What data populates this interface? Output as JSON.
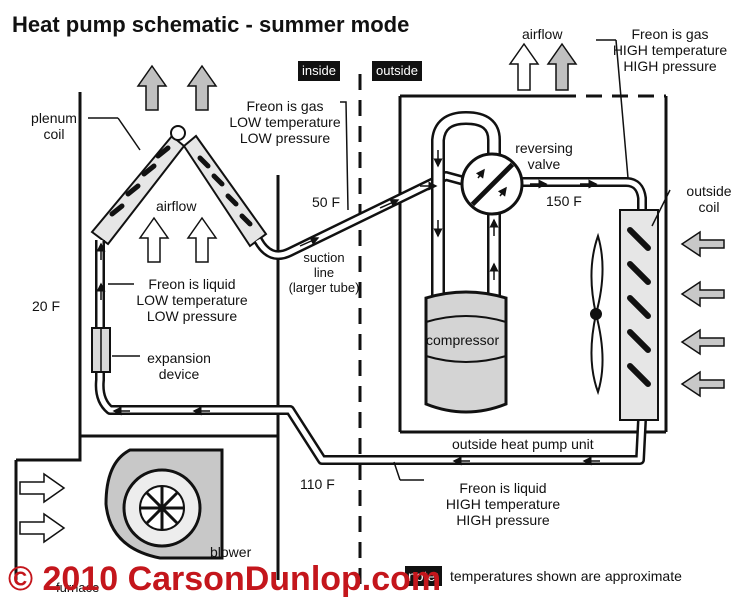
{
  "title": "Heat pump schematic - summer mode",
  "labels": {
    "inside": "inside",
    "outside": "outside",
    "airflow_top_right": "airflow",
    "freon_gas_high": [
      "Freon is gas",
      "HIGH temperature",
      "HIGH pressure"
    ],
    "plenum_coil": [
      "plenum",
      "coil"
    ],
    "freon_gas_low": [
      "Freon is gas",
      "LOW temperature",
      "LOW pressure"
    ],
    "airflow_indoor": "airflow",
    "reversing_valve": [
      "reversing",
      "valve"
    ],
    "outside_coil": [
      "outside",
      "coil"
    ],
    "temp_50": "50 F",
    "temp_150": "150 F",
    "suction_line": [
      "suction",
      "line",
      "(larger tube)"
    ],
    "temp_20": "20 F",
    "freon_liquid_low": [
      "Freon is liquid",
      "LOW temperature",
      "LOW pressure"
    ],
    "compressor": "compressor",
    "expansion_device": [
      "expansion",
      "device"
    ],
    "outside_unit": "outside heat pump unit",
    "temp_110": "110 F",
    "freon_liquid_high": [
      "Freon is liquid",
      "HIGH temperature",
      "HIGH pressure"
    ],
    "blower": "blower",
    "furnace": "furnace",
    "note_tag": "note:",
    "note_text": "temperatures shown are approximate",
    "copyright": "© 2010 CarsonDunlop.com"
  },
  "colors": {
    "ink": "#111111",
    "arrow_fill_light": "#f2f2f2",
    "arrow_fill_gray": "#b4b4b4",
    "copyright_red": "#c4161c",
    "tag_background": "#111111"
  }
}
